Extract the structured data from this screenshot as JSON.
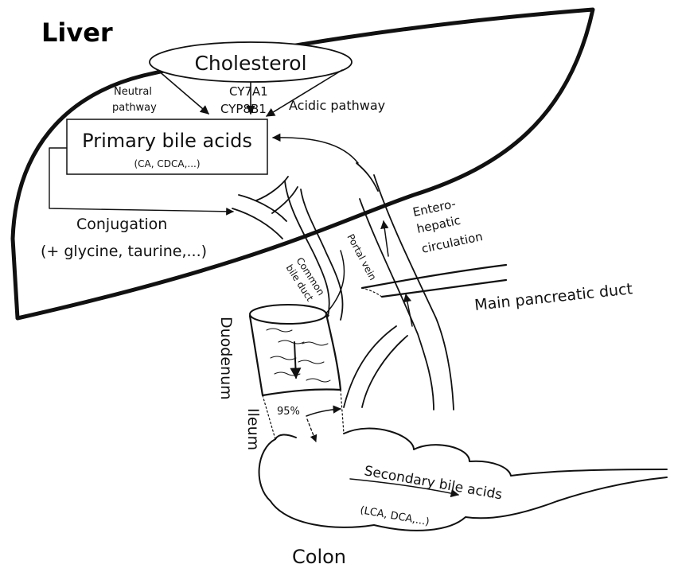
{
  "liver": {
    "title": "Liver"
  },
  "cholesterol": {
    "label": "Cholesterol"
  },
  "enzymes": {
    "line1": "CY7A1",
    "line2": "CYP8B1"
  },
  "pathways": {
    "neutral_line1": "Neutral",
    "neutral_line2": "pathway",
    "acidic": "Acidic pathway"
  },
  "primary": {
    "title": "Primary bile acids",
    "examples": "(CA, CDCA,...)"
  },
  "conjugation": {
    "title": "Conjugation",
    "detail": "(+ glycine, taurine,...)"
  },
  "enterohepatic": {
    "line1": "Entero-",
    "line2": "hepatic",
    "line3": "circulation"
  },
  "portal_vein": {
    "label": "Portal vein"
  },
  "common_bile_duct": {
    "line1": "Common",
    "line2": "bile duct"
  },
  "pancreatic_duct": {
    "label": "Main pancreatic duct"
  },
  "duodenum": {
    "label": "Duodenum"
  },
  "ileum": {
    "label": "Ileum"
  },
  "reabsorption": {
    "percent": "95%"
  },
  "secondary": {
    "title": "Secondary bile acids",
    "examples": "(LCA, DCA,...)"
  },
  "colon": {
    "label": "Colon"
  }
}
